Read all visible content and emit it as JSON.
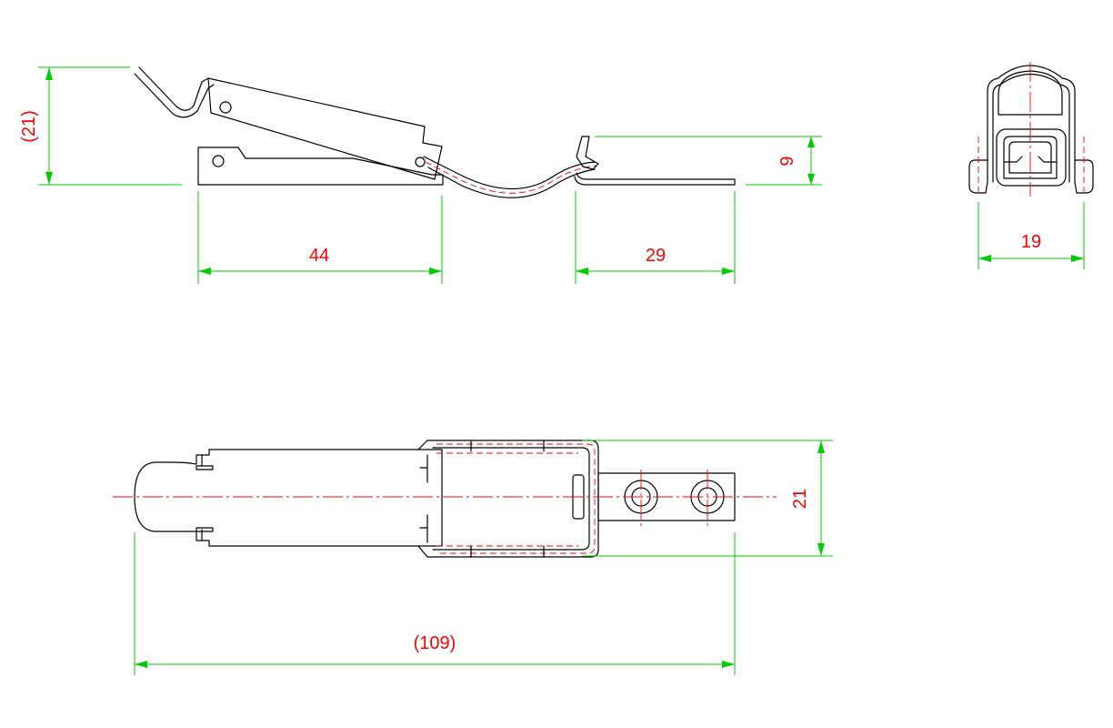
{
  "colors": {
    "outline": "#000000",
    "dimension": "#00cc00",
    "dimension_text": "#ff0000",
    "center_line": "#ff0000"
  },
  "dimensions": {
    "side_height": "(21)",
    "base_length": "44",
    "keeper_length": "29",
    "keeper_height": "9",
    "end_width": "19",
    "top_width": "21",
    "overall_length": "(109)"
  }
}
